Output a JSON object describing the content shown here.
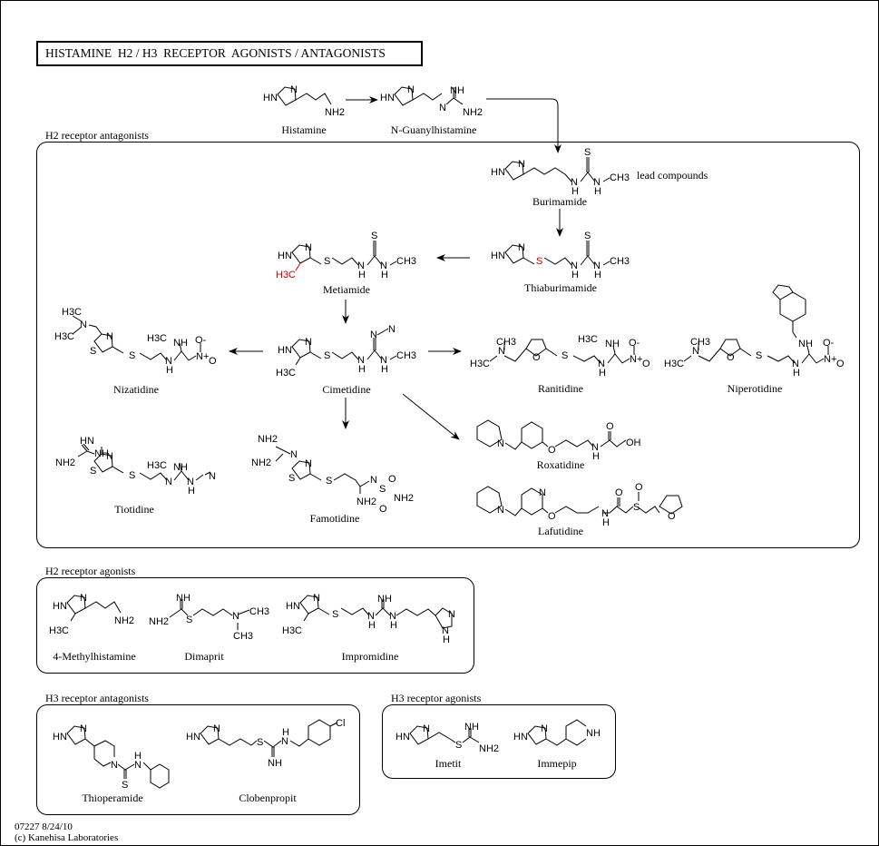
{
  "title": "HISTAMINE  H2 / H3  RECEPTOR  AGONISTS / ANTAGONISTS",
  "groups": {
    "h2_antagonists": "H2 receptor antagonists",
    "h2_agonists": "H2 receptor agonists",
    "h3_antagonists": "H3 receptor antagonists",
    "h3_agonists": "H3 receptor agonists"
  },
  "compounds": {
    "histamine": "Histamine",
    "n_guanylhistamine": "N-Guanylhistamine",
    "burimamide": "Burimamide",
    "thiaburimamide": "Thiaburimamide",
    "metiamide": "Metiamide",
    "cimetidine": "Cimetidine",
    "nizatidine": "Nizatidine",
    "ranitidine": "Ranitidine",
    "niperotidine": "Niperotidine",
    "tiotidine": "Tiotidine",
    "famotidine": "Famotidine",
    "roxatidine": "Roxatidine",
    "lafutidine": "Lafutidine",
    "methylhistamine": "4-Methylhistamine",
    "dimaprit": "Dimaprit",
    "impromidine": "Impromidine",
    "thioperamide": "Thioperamide",
    "clobenpropit": "Clobenpropit",
    "imetit": "Imetit",
    "immepip": "Immepip"
  },
  "notes": {
    "lead_compounds": "lead compounds"
  },
  "atoms": {
    "HN": "HN",
    "N": "N",
    "NH": "NH",
    "NH2": "NH2",
    "H": "H",
    "S": "S",
    "O": "O",
    "CH3": "CH3",
    "H3C": "H3C",
    "OH": "OH",
    "Cl": "Cl",
    "O_minus": "O-",
    "N_plus": "N+"
  },
  "highlight_color": "#cc0000",
  "footer": {
    "id_date": "07227 8/24/10",
    "copyright": "(c) Kanehisa Laboratories"
  }
}
